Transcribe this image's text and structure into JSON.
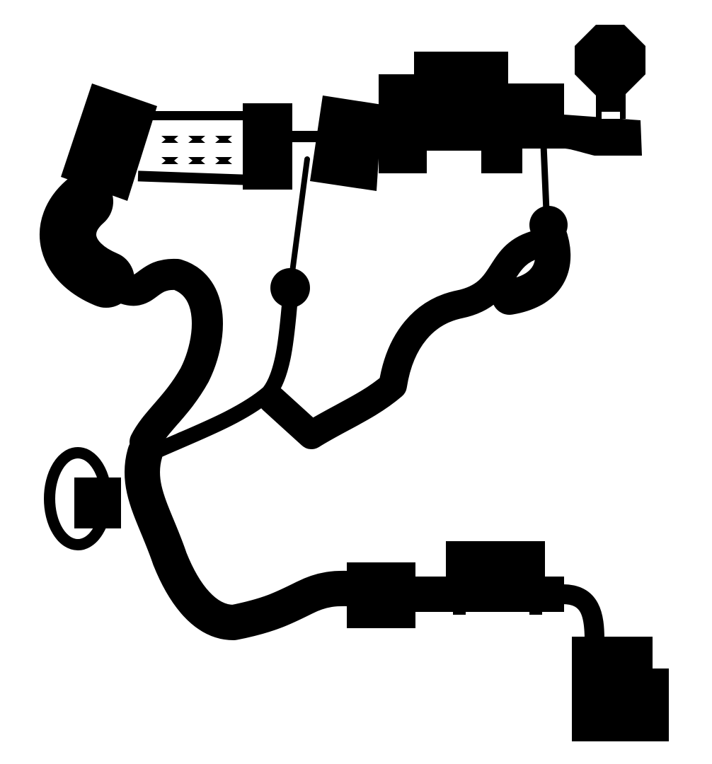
{
  "map": {
    "style": "silhouette",
    "colors": {
      "fill": "#000000",
      "background": "#ffffff"
    },
    "pillar_rows": 2,
    "pillar_cols": 3
  }
}
